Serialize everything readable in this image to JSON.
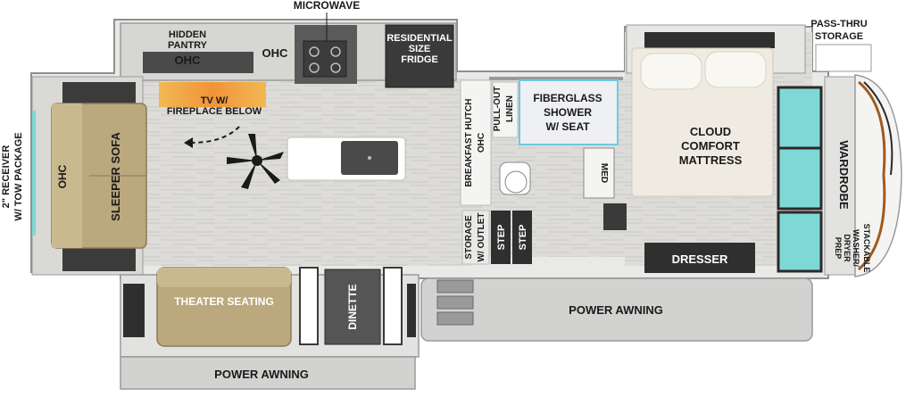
{
  "labels": {
    "microwave": "MICROWAVE",
    "hidden_pantry_1": "HIDDEN",
    "hidden_pantry_2": "PANTRY",
    "ohc_kitchen": "OHC",
    "ohc_kitchen_2": "OHC",
    "fridge_1": "RESIDENTIAL",
    "fridge_2": "SIZE",
    "fridge_3": "FRIDGE",
    "pass_thru_1": "PASS-THRU",
    "pass_thru_2": "STORAGE",
    "receiver_1": "2\" RECEIVER",
    "receiver_2": "W/ TOW PACKAGE",
    "ohc_living": "OHC",
    "sleeper_sofa": "SLEEPER SOFA",
    "tv_1": "TV W/",
    "tv_2": "FIREPLACE BELOW",
    "breakfast_hutch": "BREAKFAST HUTCH",
    "ohc_hutch": "OHC",
    "pullout_1": "PULL-OUT",
    "pullout_2": "LINEN",
    "shower_1": "FIBERGLASS",
    "shower_2": "SHOWER",
    "shower_3": "W/ SEAT",
    "med": "MED",
    "cloud_1": "CLOUD",
    "cloud_2": "COMFORT",
    "cloud_3": "MATTRESS",
    "wardrobe": "WARDROBE",
    "stackable_1": "STACKABLE",
    "stackable_2": "WASHER/",
    "stackable_3": "DRYER",
    "stackable_4": "PREP",
    "storage_1": "STORAGE",
    "storage_2": "W/ OUTLET",
    "step_1": "STEP",
    "step_2": "STEP",
    "dresser": "DRESSER",
    "theater_seating": "THEATER SEATING",
    "dinette": "DINETTE",
    "power_awning_main": "POWER AWNING",
    "power_awning_bottom": "POWER AWNING"
  },
  "colors": {
    "floor": "#dcdcd8",
    "wall": "#c9c9c6",
    "sofa": "#bfae85",
    "cabinet_dark": "#3a3a3a",
    "window": "#7fd8d6",
    "awning": "#cfcfcf",
    "fireplace": "#f59a1e",
    "bed": "#f1ede4"
  }
}
